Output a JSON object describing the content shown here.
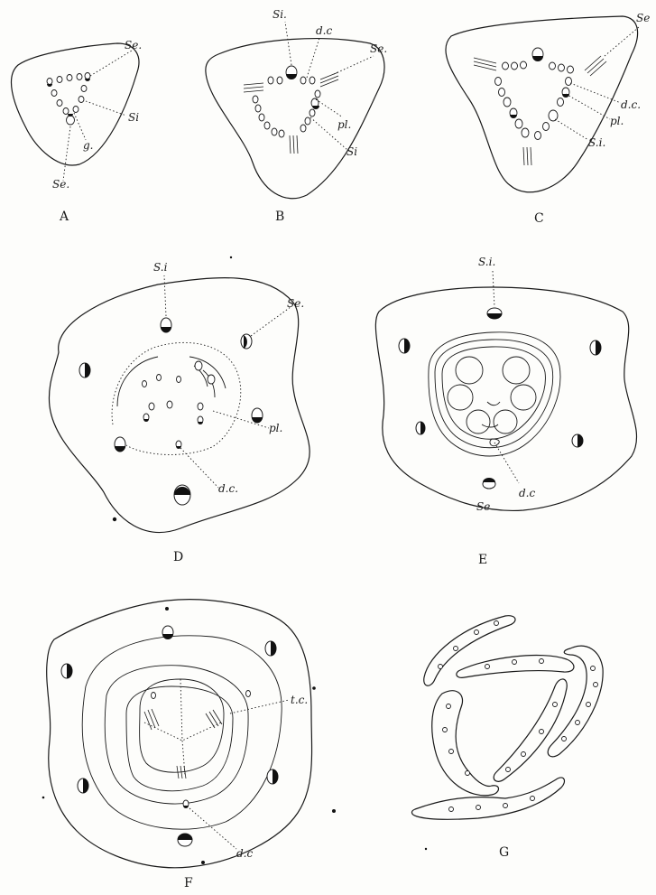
{
  "figures": [
    {
      "id": "A",
      "caption": "A",
      "labels": [
        "Se.",
        "Si",
        "g.",
        "Se."
      ]
    },
    {
      "id": "B",
      "caption": "B",
      "labels": [
        "Si.",
        "d.c",
        "Se.",
        "pl.",
        "Si"
      ]
    },
    {
      "id": "C",
      "caption": "C",
      "labels": [
        "Se",
        "d.c.",
        "pl.",
        "S.i."
      ]
    },
    {
      "id": "D",
      "caption": "D",
      "labels": [
        "S.i",
        "Se.",
        "pl.",
        "d.c."
      ]
    },
    {
      "id": "E",
      "caption": "E",
      "labels": [
        "S.i.",
        "d.c",
        "Se"
      ]
    },
    {
      "id": "F",
      "caption": "F",
      "labels": [
        "t.c.",
        "d.c"
      ]
    },
    {
      "id": "G",
      "caption": "G",
      "labels": []
    }
  ]
}
